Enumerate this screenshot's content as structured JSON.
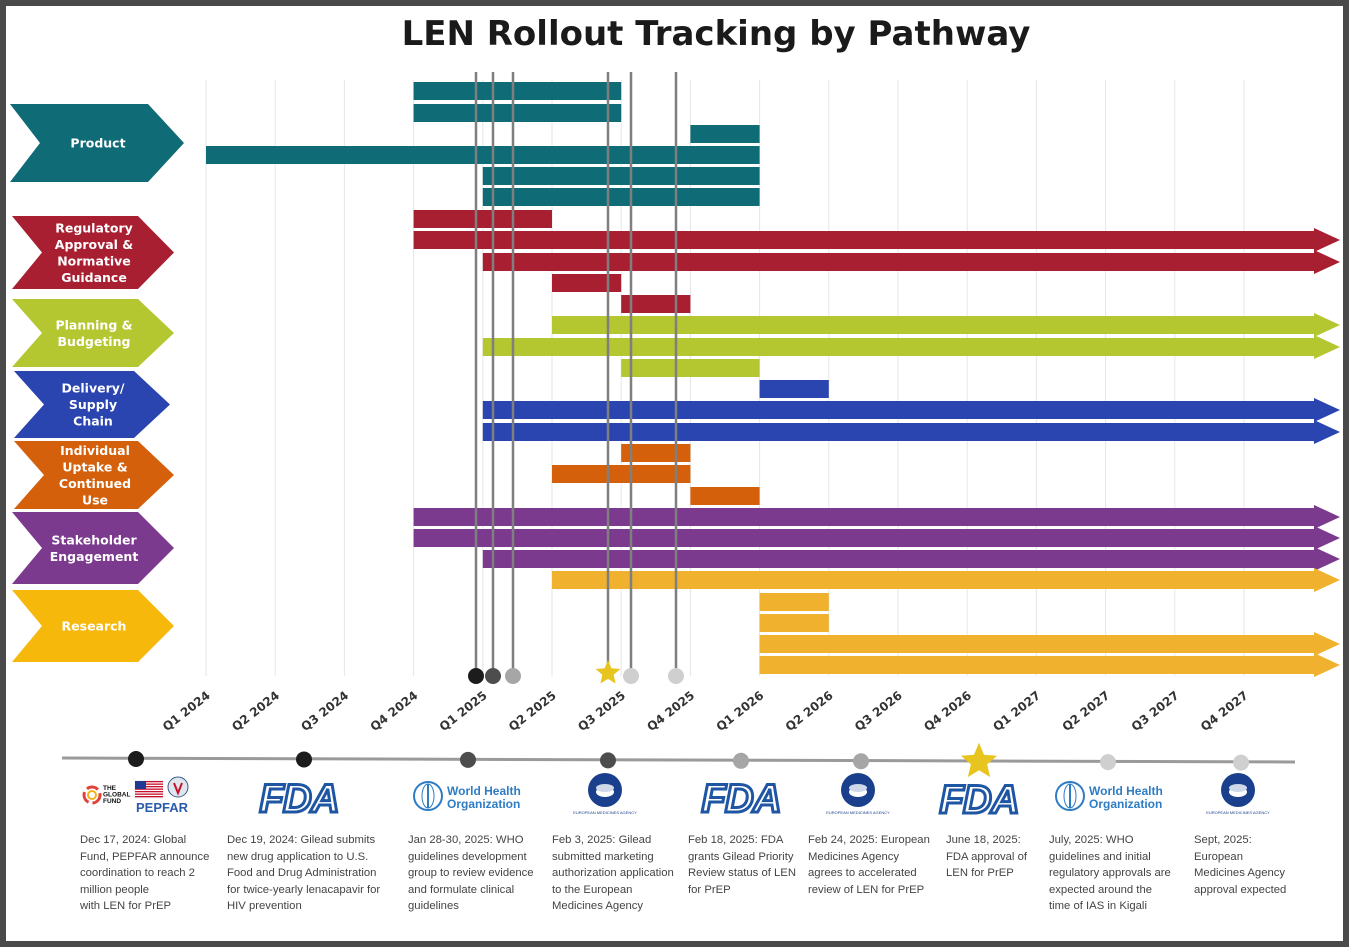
{
  "title": "LEN Rollout Tracking by Pathway",
  "colors": {
    "product": "#0f6b76",
    "regulatory": "#a81f32",
    "planning": "#b5c730",
    "delivery": "#2a44b0",
    "uptake": "#d4600c",
    "stakeholder": "#7b3a8e",
    "research": "#f0b22e",
    "research_label": "#f7b80c",
    "milestone_dark": "#1c1c1c",
    "milestone_mid": "#4d4d4d",
    "milestone_light": "#a6a6a6",
    "milestone_lighter": "#cfcfcf",
    "star": "#e8c41f"
  },
  "pathways": [
    {
      "id": "product",
      "label": "Product"
    },
    {
      "id": "regulatory",
      "label": "Regulatory Approval & Normative Guidance"
    },
    {
      "id": "planning",
      "label": "Planning & Budgeting"
    },
    {
      "id": "delivery",
      "label": "Delivery/ Supply Chain"
    },
    {
      "id": "uptake",
      "label": "Individual Uptake & Continued Use"
    },
    {
      "id": "stakeholder",
      "label": "Stakeholder Engagement"
    },
    {
      "id": "research",
      "label": "Research"
    }
  ],
  "quarters": [
    "Q1 2024",
    "Q2 2024",
    "Q3 2024",
    "Q4 2024",
    "Q1 2025",
    "Q2 2025",
    "Q3 2025",
    "Q4 2025",
    "Q1 2026",
    "Q2 2026",
    "Q3 2026",
    "Q4 2026",
    "Q1 2027",
    "Q2 2027",
    "Q3 2027",
    "Q4 2027"
  ],
  "milestones": [
    {
      "date": "Dec 17, 2024",
      "text": "Dec 17, 2024: Global Fund, PEPFAR announce coordination to reach 2 million people\n with LEN for PrEP",
      "logo": "global-fund-pepfar",
      "marker": "dark"
    },
    {
      "date": "Dec 19, 2024",
      "text": "Dec 19, 2024: Gilead submits new drug application to U.S. Food and Drug Administration for twice-yearly lenacapavir for HIV prevention",
      "logo": "fda",
      "marker": "dark"
    },
    {
      "date": "Jan 28-30, 2025",
      "text": "Jan 28-30, 2025: WHO guidelines development group to review evidence and formulate clinical guidelines",
      "logo": "who",
      "marker": "mid"
    },
    {
      "date": "Feb 3, 2025",
      "text": "Feb 3, 2025: Gilead submitted marketing authorization application to the European Medicines Agency",
      "logo": "ema",
      "marker": "mid"
    },
    {
      "date": "Feb 18, 2025",
      "text": "Feb 18, 2025: FDA grants Gilead Priority Review status of LEN for PrEP",
      "logo": "fda",
      "marker": "light"
    },
    {
      "date": "Feb 24, 2025",
      "text": "Feb 24, 2025: European Medicines Agency agrees to accelerated review of LEN for PrEP",
      "logo": "ema",
      "marker": "light"
    },
    {
      "date": "June 18, 2025",
      "text": "June 18, 2025: FDA approval of LEN for PrEP",
      "logo": "fda",
      "marker": "star"
    },
    {
      "date": "July, 2025",
      "text": "July, 2025: WHO guidelines and initial regulatory approvals are expected around the time of IAS in Kigali",
      "logo": "who",
      "marker": "lighter"
    },
    {
      "date": "Sept, 2025",
      "text": "Sept, 2025: European Medicines Agency approval expected",
      "logo": "ema",
      "marker": "lighter"
    }
  ],
  "logos": {
    "global_fund": "THE GLOBAL FUND",
    "pepfar": "PEPFAR",
    "fda": "FDA",
    "who_line1": "World Health",
    "who_line2": "Organization",
    "ema": "EUROPEAN MEDICINES AGENCY"
  }
}
